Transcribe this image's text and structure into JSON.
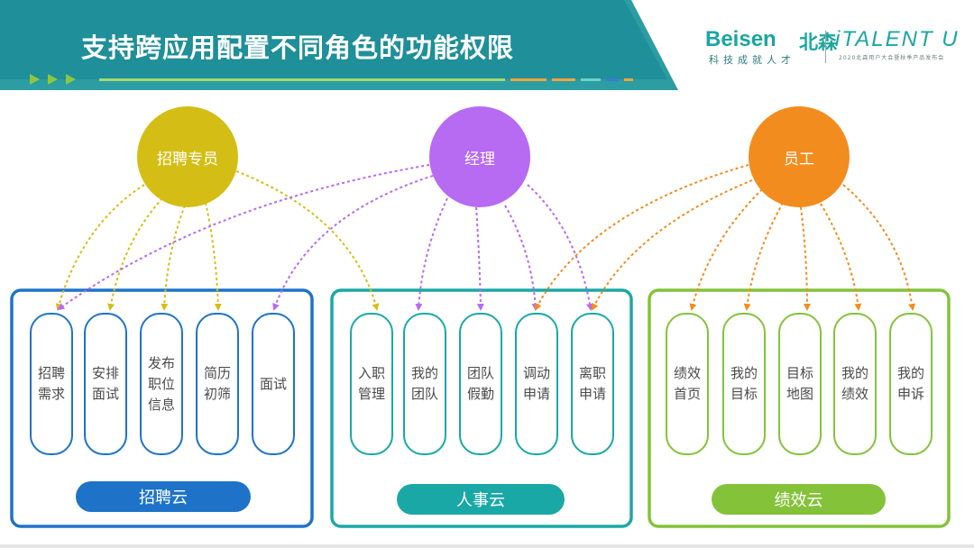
{
  "header": {
    "title": "支持跨应用配置不同角色的功能权限",
    "logo_beisen": "Beisen",
    "logo_beisen_cn": "北森",
    "logo_slogan": "科技成就人才",
    "logo_talent": "iTALENT U",
    "logo_talent_sub": "2020北森用户大会暨秋季产品发布会"
  },
  "roles": {
    "recruiter": {
      "label": "招聘专员",
      "color": "#d4be16"
    },
    "manager": {
      "label": "经理",
      "color": "#b76af2"
    },
    "employee": {
      "label": "员工",
      "color": "#f28c1e"
    }
  },
  "groups": {
    "recruit": {
      "label": "招聘云",
      "color": "#1e73c8",
      "items": [
        "招聘需求",
        "安排面试",
        "发布职位信息",
        "简历初筛",
        "面试"
      ]
    },
    "hr": {
      "label": "人事云",
      "color": "#1aa8a6",
      "items": [
        "入职管理",
        "我的团队",
        "团队假勤",
        "调动申请",
        "离职申请"
      ]
    },
    "perf": {
      "label": "绩效云",
      "color": "#84c23a",
      "items": [
        "绩效首页",
        "我的目标",
        "目标地图",
        "我的绩效",
        "我的申诉"
      ]
    }
  }
}
